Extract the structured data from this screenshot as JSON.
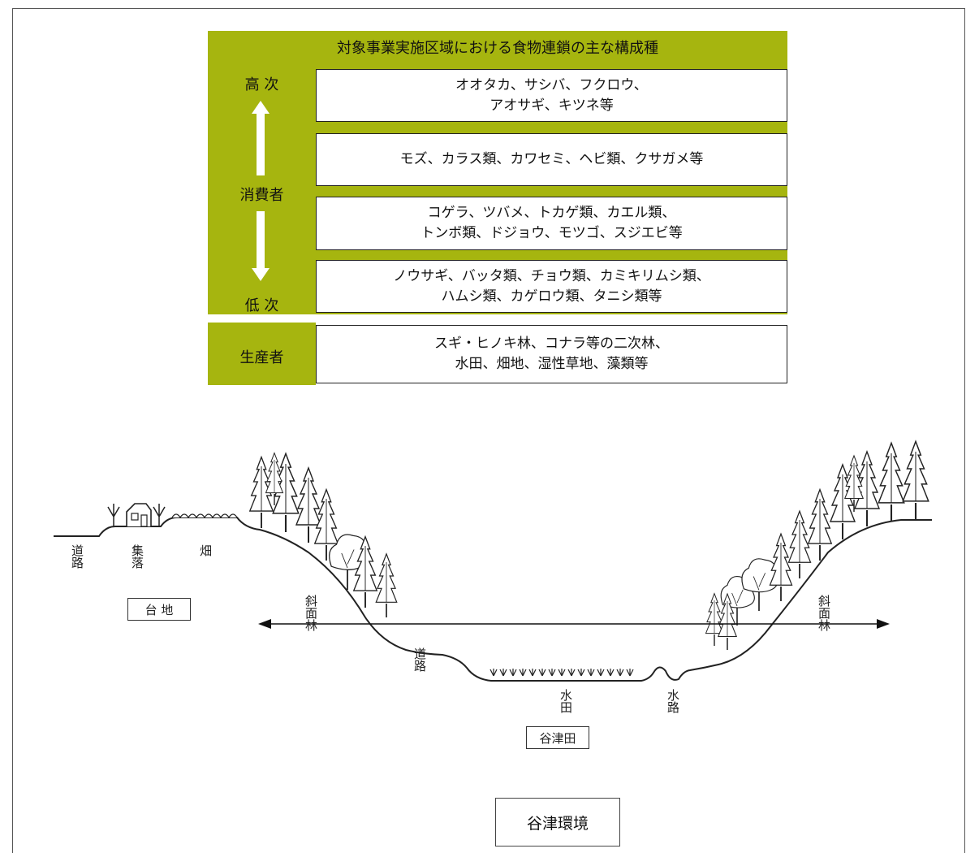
{
  "food_chain": {
    "title": "対象事業実施区域における食物連鎖の主な構成種",
    "levels": {
      "high": "高 次",
      "consumer": "消費者",
      "low": "低 次",
      "producer": "生産者"
    },
    "rows": [
      "オオタカ、サシバ、フクロウ、\nアオサギ、キツネ等",
      "モズ、カラス類、カワセミ、ヘビ類、クサガメ等",
      "コゲラ、ツバメ、トカゲ類、カエル類、\nトンボ類、ドジョウ、モツゴ、スジエビ等",
      "ノウサギ、バッタ類、チョウ類、カミキリムシ類、\nハムシ類、カゲロウ類、タニシ類等",
      "スギ・ヒノキ林、コナラ等の二次林、\n水田、畑地、湿性草地、藻類等"
    ],
    "colors": {
      "accent": "#a6b50f"
    }
  },
  "landscape": {
    "labels": {
      "road_left": "道路",
      "settlement": "集落",
      "field": "畑",
      "plateau": "台 地",
      "slope_forest_left": "斜面林",
      "road_valley": "道路",
      "paddy": "水田",
      "waterway": "水路",
      "yatsuda": "谷津田",
      "slope_forest_right": "斜面林"
    },
    "environment_label": "谷津環境"
  }
}
